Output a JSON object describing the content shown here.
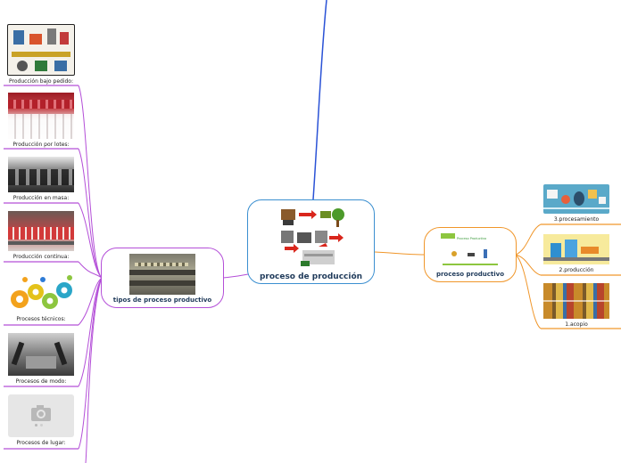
{
  "central": {
    "title": "proceso de producción"
  },
  "left_branch": {
    "title": "tipos de proceso productivo",
    "items": [
      {
        "label": "Producción bajo pedido:",
        "icon": "factory-workers-illustration"
      },
      {
        "label": "Producción por lotes:",
        "icon": "bottle-rows-photo"
      },
      {
        "label": "Producción en masa:",
        "icon": "assembly-line-photo"
      },
      {
        "label": "Producción continua:",
        "icon": "conveyor-bottles-photo"
      },
      {
        "label": "Procesos técnicos:",
        "icon": "gears-people-illustration"
      },
      {
        "label": "Procesos de modo:",
        "icon": "robot-arms-photo"
      },
      {
        "label": "Procesos de lugar:",
        "icon": "camera-placeholder-icon"
      }
    ]
  },
  "right_branch": {
    "title": "proceso productivo",
    "thumb_text": "Proceso Productivo",
    "items": [
      {
        "label": "3.procesamiento",
        "icon": "processing-infographic"
      },
      {
        "label": "2.producción",
        "icon": "factory-machines-illustration"
      },
      {
        "label": "1.acopio",
        "icon": "crops-collage-photo"
      }
    ]
  },
  "colors": {
    "central_border": "#3b8fd0",
    "left_border": "#b44fd8",
    "right_border": "#f0962a",
    "top_line": "#2a52d6"
  }
}
